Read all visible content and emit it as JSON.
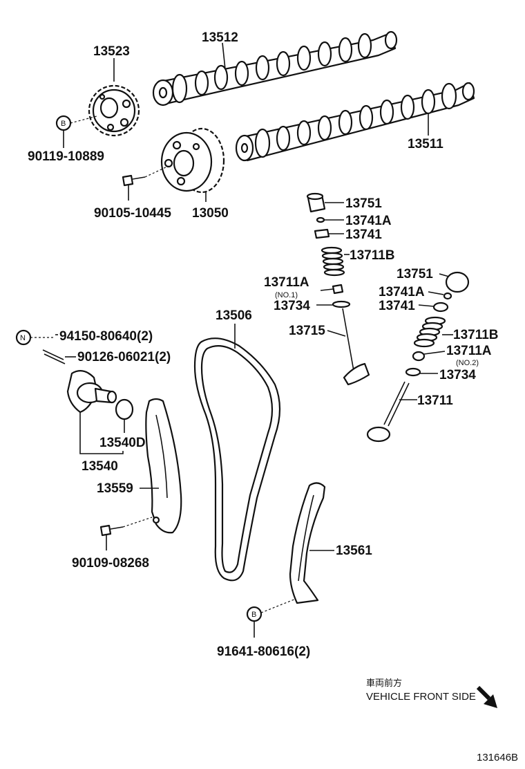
{
  "labels": {
    "p13523": "13523",
    "p13512": "13512",
    "p13511": "13511",
    "p90119": "90119-10889",
    "p90105": "90105-10445",
    "p13050": "13050",
    "p13751a": "13751",
    "p13741Aa": "13741A",
    "p13741a": "13741",
    "p13711Ba": "13711B",
    "p13711Aa": "13711A",
    "no1": "(NO.1)",
    "p13734a": "13734",
    "p13715": "13715",
    "p13751b": "13751",
    "p13741Ab": "13741A",
    "p13741b": "13741",
    "p13711Bb": "13711B",
    "p13711Ab": "13711A",
    "no2": "(NO.2)",
    "p13734b": "13734",
    "p13711": "13711",
    "p13506": "13506",
    "p94150": "94150-80640(2)",
    "p90126": "90126-06021(2)",
    "p13540D": "13540D",
    "p13540": "13540",
    "p13559": "13559",
    "p90109": "90109-08268",
    "p13561": "13561",
    "p91641": "91641-80616(2)",
    "markerB": "B",
    "markerN": "N"
  },
  "front_note": {
    "jp": "車両前方",
    "en": "VEHICLE FRONT SIDE"
  },
  "diagram_code": "131646B"
}
